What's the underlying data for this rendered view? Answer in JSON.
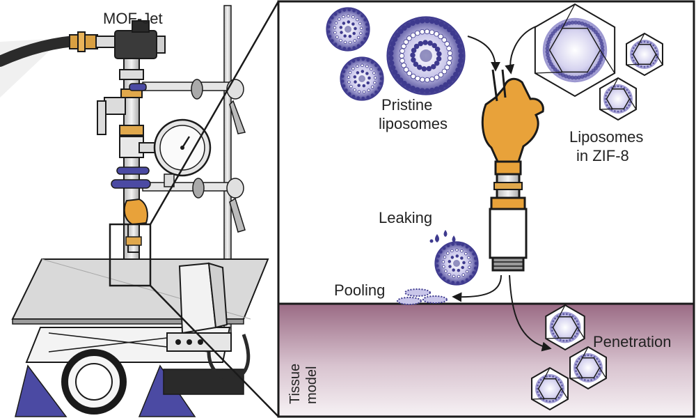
{
  "labels": {
    "device": "MOF-Jet",
    "pristine_line1": "Pristine",
    "pristine_line2": "liposomes",
    "zif_line1": "Liposomes",
    "zif_line2": "in ZIF-8",
    "leaking": "Leaking",
    "pooling": "Pooling",
    "penetration": "Penetration",
    "tissue_line1": "Tissue",
    "tissue_line2": "model"
  },
  "colors": {
    "liposome_purple": "#3e3a8e",
    "liposome_light": "#b7b3e0",
    "nozzle_orange": "#e8a23a",
    "tissue_top": "#9a6a84",
    "tissue_bottom": "#f3edf1",
    "outline": "#1a1a1a",
    "steel": "#dcdcdc",
    "blue_base": "#4b4aa3"
  }
}
